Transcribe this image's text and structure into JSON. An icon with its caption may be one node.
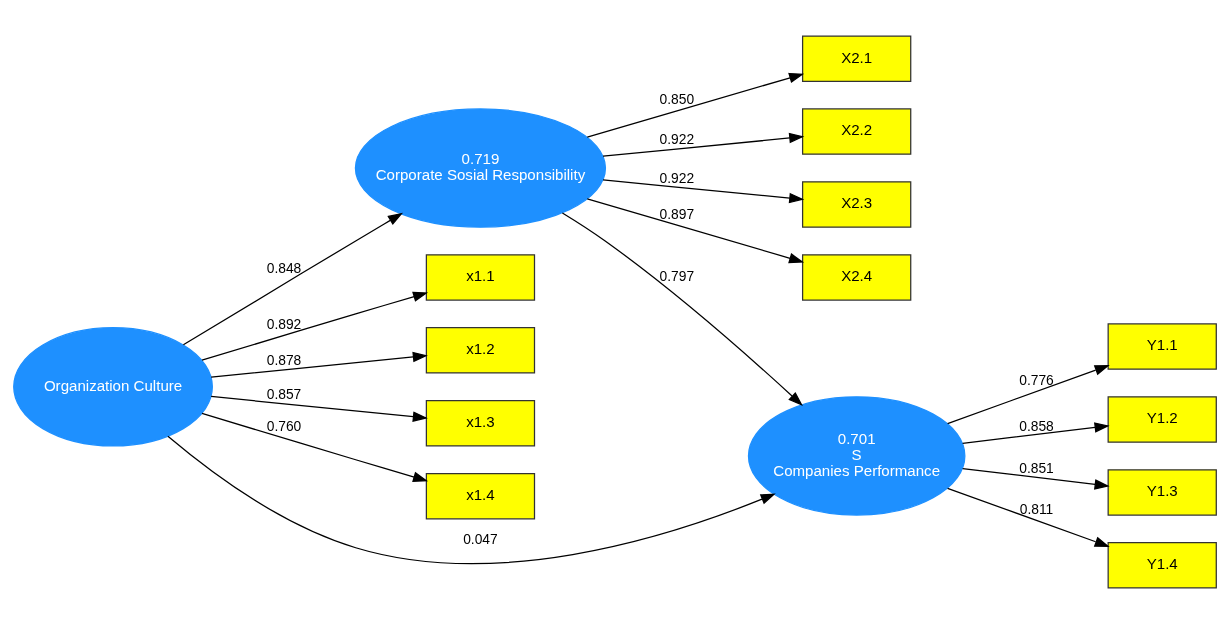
{
  "diagram": {
    "nodes": [
      {
        "text": [
          "X2.1"
        ]
      },
      {
        "text": [
          "X2.2"
        ]
      },
      {
        "text": [
          "X2.3"
        ]
      },
      {
        "text": [
          "X2.4"
        ]
      },
      {
        "text": [
          "0.719",
          "Corporate Sosial Responsibility"
        ]
      },
      {
        "text": [
          "x1.1"
        ]
      },
      {
        "text": [
          "x1.2"
        ]
      },
      {
        "text": [
          "x1.3"
        ]
      },
      {
        "text": [
          "x1.4"
        ]
      },
      {
        "text": [
          "Organization Culture"
        ]
      },
      {
        "text": [
          "0.701",
          "S",
          "Companies Performance"
        ]
      },
      {
        "text": [
          "Y1.1"
        ]
      },
      {
        "text": [
          "Y1.2"
        ]
      },
      {
        "text": [
          "Y1.3"
        ]
      },
      {
        "text": [
          "Y1.4"
        ]
      }
    ],
    "edges": [
      {
        "from": 4,
        "to": 0,
        "arrow": "to",
        "label": "0.850"
      },
      {
        "from": 4,
        "to": 1,
        "arrow": "to",
        "label": "0.922"
      },
      {
        "from": 4,
        "to": 2,
        "arrow": "to",
        "label": "0.922"
      },
      {
        "from": 4,
        "to": 3,
        "arrow": "to",
        "label": "0.897"
      },
      {
        "from": 9,
        "to": 4,
        "arrow": "to",
        "label": "0.848"
      },
      {
        "from": 4,
        "to": 10,
        "arrow": "to",
        "label": "0.797"
      },
      {
        "from": 9,
        "to": 5,
        "arrow": "to",
        "label": "0.892"
      },
      {
        "from": 9,
        "to": 6,
        "arrow": "to",
        "label": "0.878"
      },
      {
        "from": 9,
        "to": 7,
        "arrow": "to",
        "label": "0.857"
      },
      {
        "from": 9,
        "to": 8,
        "arrow": "to",
        "label": "0.760"
      },
      {
        "from": 9,
        "to": 10,
        "arrow": "to",
        "label": "0.047"
      },
      {
        "from": 10,
        "to": 11,
        "arrow": "to",
        "label": "0.776"
      },
      {
        "from": 10,
        "to": 12,
        "arrow": "to",
        "label": "0.858"
      },
      {
        "from": 10,
        "to": 13,
        "arrow": "to",
        "label": "0.851"
      },
      {
        "from": 10,
        "to": 14,
        "arrow": "to",
        "label": "0.811"
      }
    ]
  }
}
